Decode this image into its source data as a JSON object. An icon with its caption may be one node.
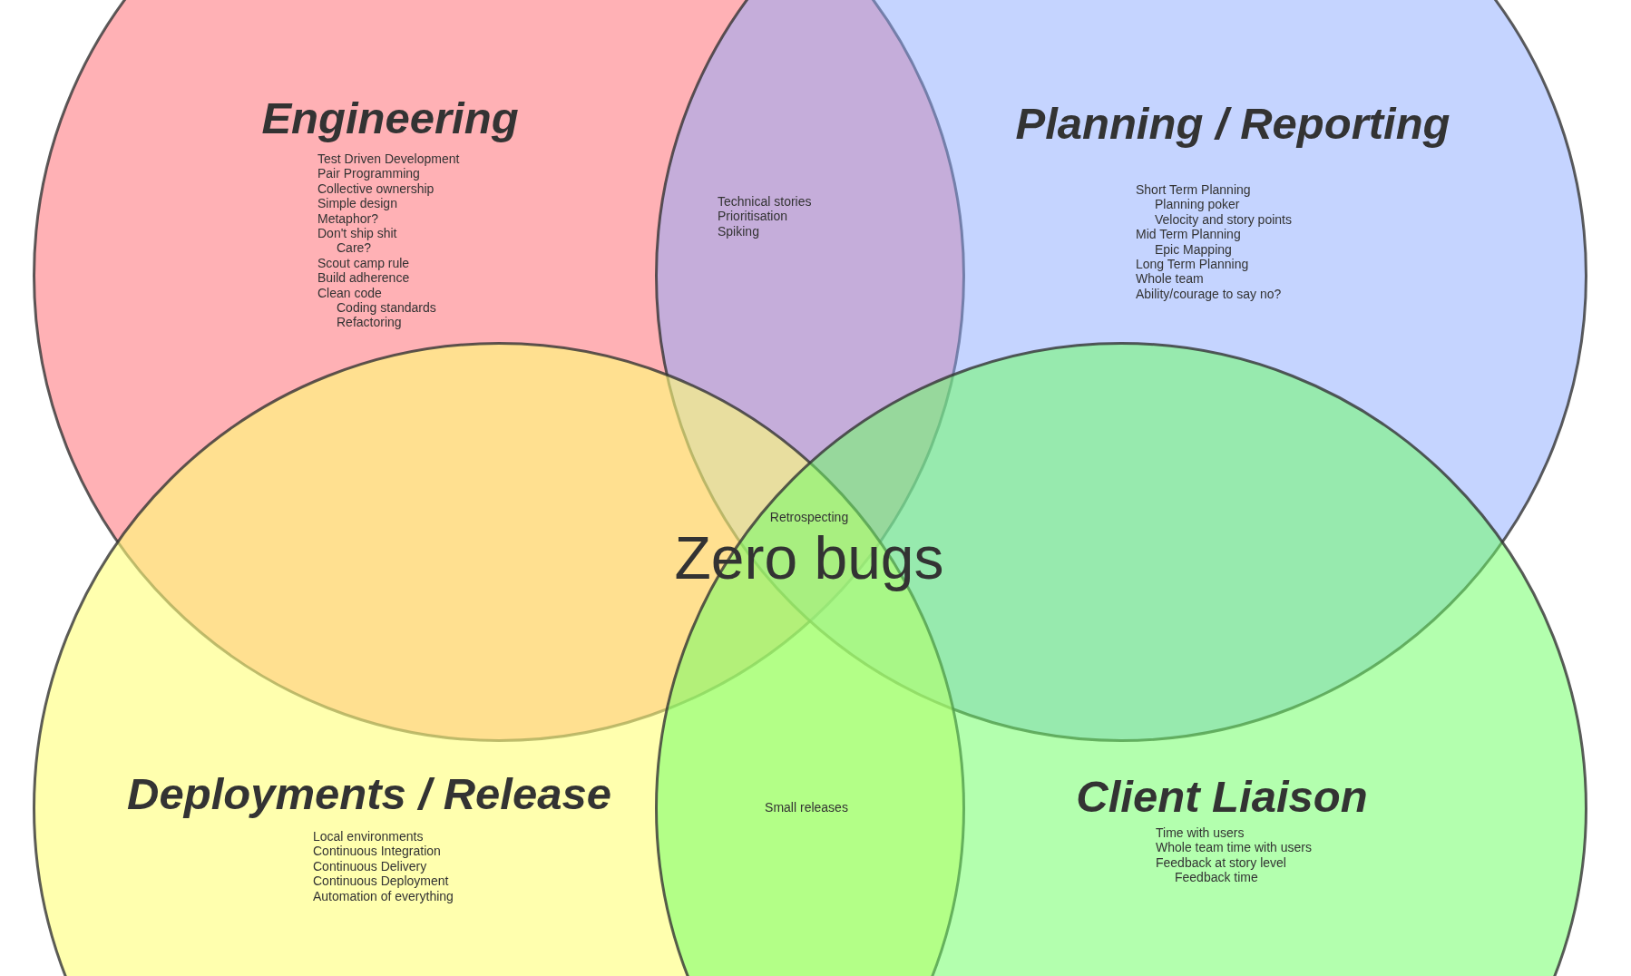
{
  "diagram": {
    "nodes": [
      {
        "text": [
          "Engineering",
          "Test Driven Development",
          "Pair Programming",
          "Collective ownership",
          "Simple design",
          "Metaphor?",
          "Don't ship shit",
          "Care?",
          "Scout camp rule",
          "Build adherence",
          "Clean code",
          "Coding standards",
          "Refactoring"
        ]
      },
      {
        "text": [
          "Planning / Reporting",
          "Short Term Planning",
          "Planning poker",
          "Velocity and story points",
          "Mid Term Planning",
          "Epic Mapping",
          "Long Term Planning",
          "Whole team",
          "Ability/courage to say no?"
        ]
      },
      {
        "text": [
          "Deployments / Release",
          "Local environments",
          "Continuous Integration",
          "Continuous Delivery",
          "Continuous Deployment",
          "Automation of everything"
        ]
      },
      {
        "text": [
          "Client Liaison",
          "Time with users",
          "Whole team time with users",
          "Feedback at story level",
          "Feedback time"
        ]
      }
    ],
    "edges": [],
    "labels": [
      "Technical stories",
      "Prioritisation",
      "Spiking",
      "Retrospecting",
      "Zero bugs",
      "Small releases"
    ]
  }
}
